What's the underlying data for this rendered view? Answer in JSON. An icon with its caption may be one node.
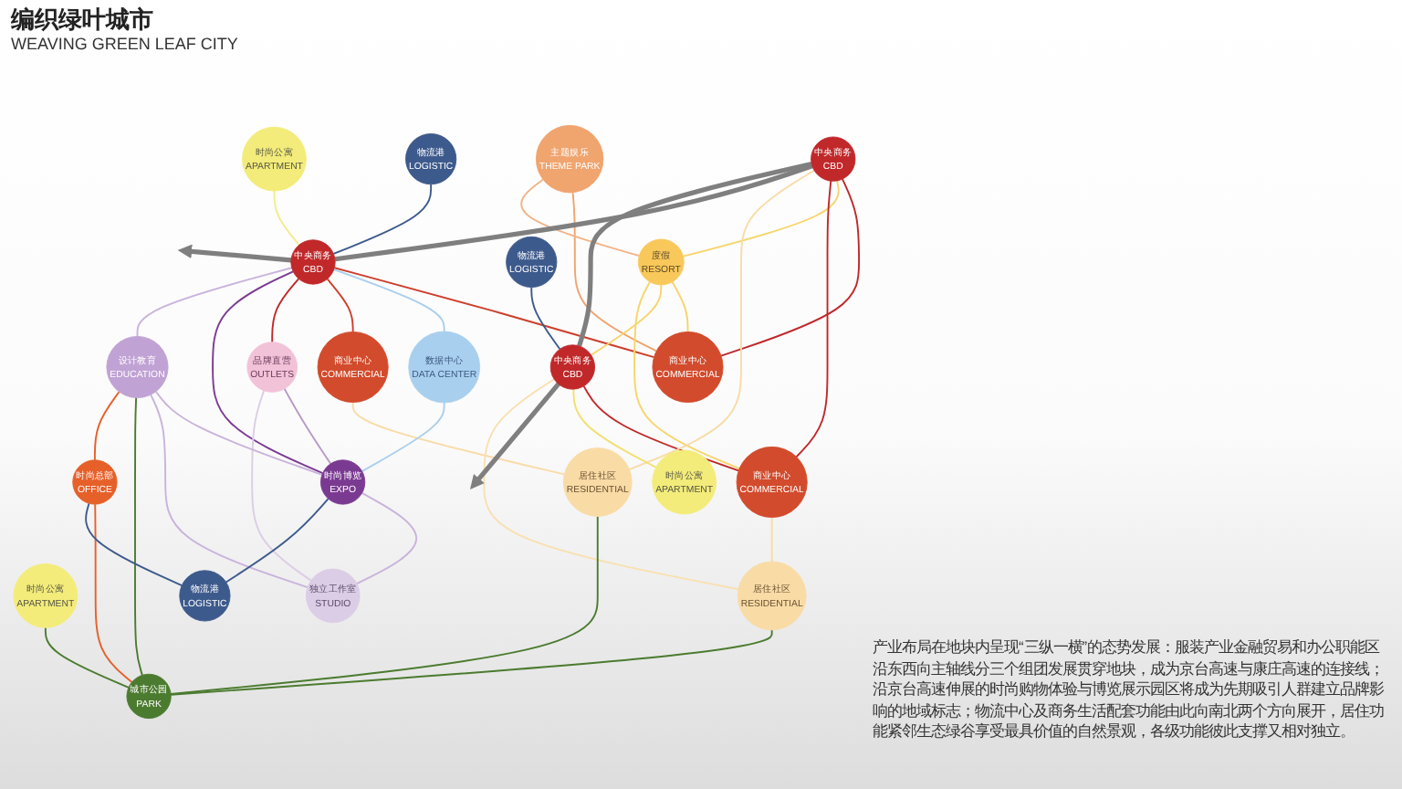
{
  "diagram": {
    "title": "编织绿叶城市",
    "caption": "产业布局在地块内呈现“三纵一横”的态势发展：服装产业金融贸易和办公职能区沿东西向主轴线分三个组团发展贯穿地块，成为京台高速与康庄高速的连接线；沿京台高速伸展的时尚购物体验与博览展示园区将成为先期吸引人群建立品牌影响的地域标志；物流中心及商务生活配套功能由此向南北两个方向展开，居住功能紧邻生态绿谷享受最具价值的自然景观，各级功能彼此支撑又相对独立。",
    "nodes": [
      {
        "text": [
          "主题娱乐",
          "THEME PARK"
        ]
      },
      {
        "text": [
          "度假",
          "RESORT"
        ]
      },
      {
        "text": [
          "商业中心",
          "COMMERCIAL"
        ]
      },
      {
        "text": [
          "物流港",
          "LOGISTIC"
        ]
      },
      {
        "text": [
          "物流港",
          "LOGISTIC"
        ]
      },
      {
        "text": [
          "中央商务",
          "CBD"
        ]
      },
      {
        "text": [
          "中央商务",
          "CBD"
        ]
      },
      {
        "text": [
          "中央商务",
          "CBD"
        ]
      },
      {
        "text": [
          "商业中心",
          "COMMERCIAL"
        ]
      },
      {
        "text": [
          "商业中心",
          "COMMERCIAL"
        ]
      },
      {
        "text": [
          "时尚公寓",
          "APARTMENT"
        ]
      },
      {
        "text": [
          "数据中心",
          "DATA CENTER"
        ]
      },
      {
        "text": [
          "时尚公寓",
          "APARTMENT"
        ]
      },
      {
        "text": [
          "品牌直营",
          "OUTLETS"
        ]
      },
      {
        "text": [
          "时尚公寓",
          "APARTMENT"
        ]
      },
      {
        "text": [
          "居住社区",
          "RESIDENTIAL"
        ]
      },
      {
        "text": [
          "居住社区",
          "RESIDENTIAL"
        ]
      },
      {
        "text": [
          "时尚博览",
          "EXPO"
        ]
      },
      {
        "text": [
          "独立工作室",
          "STUDIO"
        ]
      },
      {
        "text": [
          "城市公园",
          "PARK"
        ]
      },
      {
        "text": [
          "设计教育",
          "EDUCATION"
        ]
      },
      {
        "text": [
          "时尚总部",
          "OFFICE"
        ]
      },
      {
        "text": [
          "物流港",
          "LOGISTIC"
        ]
      }
    ],
    "edges": [
      {
        "from": 0,
        "to": 2,
        "arrow": "none",
        "color": "#f0a46e"
      },
      {
        "from": 0,
        "to": 1,
        "arrow": "none",
        "color": "#f2b488"
      },
      {
        "from": 1,
        "to": 2,
        "arrow": "none",
        "color": "#f7d56b"
      },
      {
        "from": 5,
        "to": 2,
        "arrow": "none",
        "color": "#c0282a"
      },
      {
        "from": 7,
        "to": 2,
        "arrow": "none",
        "color": "#cc3f2c"
      },
      {
        "from": 3,
        "to": 7,
        "arrow": "none",
        "color": "#3d5a8c"
      },
      {
        "from": 5,
        "to": 1,
        "arrow": "none",
        "color": "#f7d56b"
      },
      {
        "from": 1,
        "to": 6,
        "arrow": "none",
        "color": "#f7d56b"
      },
      {
        "from": 1,
        "to": 8,
        "arrow": "none",
        "color": "#f7d56b"
      },
      {
        "from": 5,
        "to": 8,
        "arrow": "none",
        "color": "#c0282a"
      },
      {
        "from": 6,
        "to": 8,
        "arrow": "none",
        "color": "#c0282a"
      },
      {
        "from": 4,
        "to": 6,
        "arrow": "none",
        "color": "#3d5a8c"
      },
      {
        "from": 7,
        "to": 11,
        "arrow": "none",
        "color": "#a9cfee"
      },
      {
        "from": 7,
        "to": 9,
        "arrow": "none",
        "color": "#cc3f2c"
      },
      {
        "from": 7,
        "to": 13,
        "arrow": "none",
        "color": "#c0282a"
      },
      {
        "from": 7,
        "to": 17,
        "arrow": "none",
        "color": "#7b3a92"
      },
      {
        "from": 14,
        "to": 7,
        "arrow": "none",
        "color": "#f3ec8a"
      },
      {
        "from": 7,
        "to": 20,
        "arrow": "none",
        "color": "#c9b3dc"
      },
      {
        "from": 5,
        "to": 15,
        "arrow": "none",
        "color": "#f9dba6"
      },
      {
        "from": 9,
        "to": 15,
        "arrow": "none",
        "color": "#f9dba6"
      },
      {
        "from": 6,
        "to": 12,
        "arrow": "none",
        "color": "#f3e070"
      },
      {
        "from": 6,
        "to": 16,
        "arrow": "none",
        "color": "#f9e0b0"
      },
      {
        "from": 8,
        "to": 16,
        "arrow": "none",
        "color": "#f9dba6"
      },
      {
        "from": 10,
        "to": 19,
        "arrow": "none",
        "color": "#4b7b2f"
      },
      {
        "from": 11,
        "to": 17,
        "arrow": "none",
        "color": "#a9cfee"
      },
      {
        "from": 13,
        "to": 17,
        "arrow": "none",
        "color": "#b89ac8"
      },
      {
        "from": 13,
        "to": 18,
        "arrow": "none",
        "color": "#dccde6"
      },
      {
        "from": 17,
        "to": 18,
        "arrow": "none",
        "color": "#c9b3dc"
      },
      {
        "from": 20,
        "to": 17,
        "arrow": "none",
        "color": "#c9b3dc"
      },
      {
        "from": 20,
        "to": 18,
        "arrow": "none",
        "color": "#c9b3dc"
      },
      {
        "from": 17,
        "to": 22,
        "arrow": "none",
        "color": "#3d5a8c"
      },
      {
        "from": 15,
        "to": 19,
        "arrow": "none",
        "color": "#4b7b2f"
      },
      {
        "from": 16,
        "to": 19,
        "arrow": "none",
        "color": "#4b7b2f"
      },
      {
        "from": 20,
        "to": 19,
        "arrow": "none",
        "color": "#4b7b2f"
      },
      {
        "from": 21,
        "to": 19,
        "arrow": "none",
        "color": "#e6602a"
      },
      {
        "from": 20,
        "to": 21,
        "arrow": "none",
        "color": "#e6602a"
      },
      {
        "from": 21,
        "to": 22,
        "arrow": "none",
        "color": "#3d5a8c"
      },
      {
        "from": 5,
        "to": 7,
        "arrow": "none",
        "style": "thick",
        "color": "#7f7f7f"
      },
      {
        "from": 5,
        "to": 6,
        "arrow": "none",
        "style": "thick",
        "color": "#7f7f7f"
      },
      {
        "from": 7,
        "to": null,
        "arrow": "to",
        "style": "thick",
        "color": "#7f7f7f"
      },
      {
        "from": 6,
        "to": null,
        "arrow": "to",
        "style": "thick",
        "color": "#7f7f7f"
      }
    ],
    "labels": [
      "WEAVING GREEN LEAF CITY"
    ]
  }
}
